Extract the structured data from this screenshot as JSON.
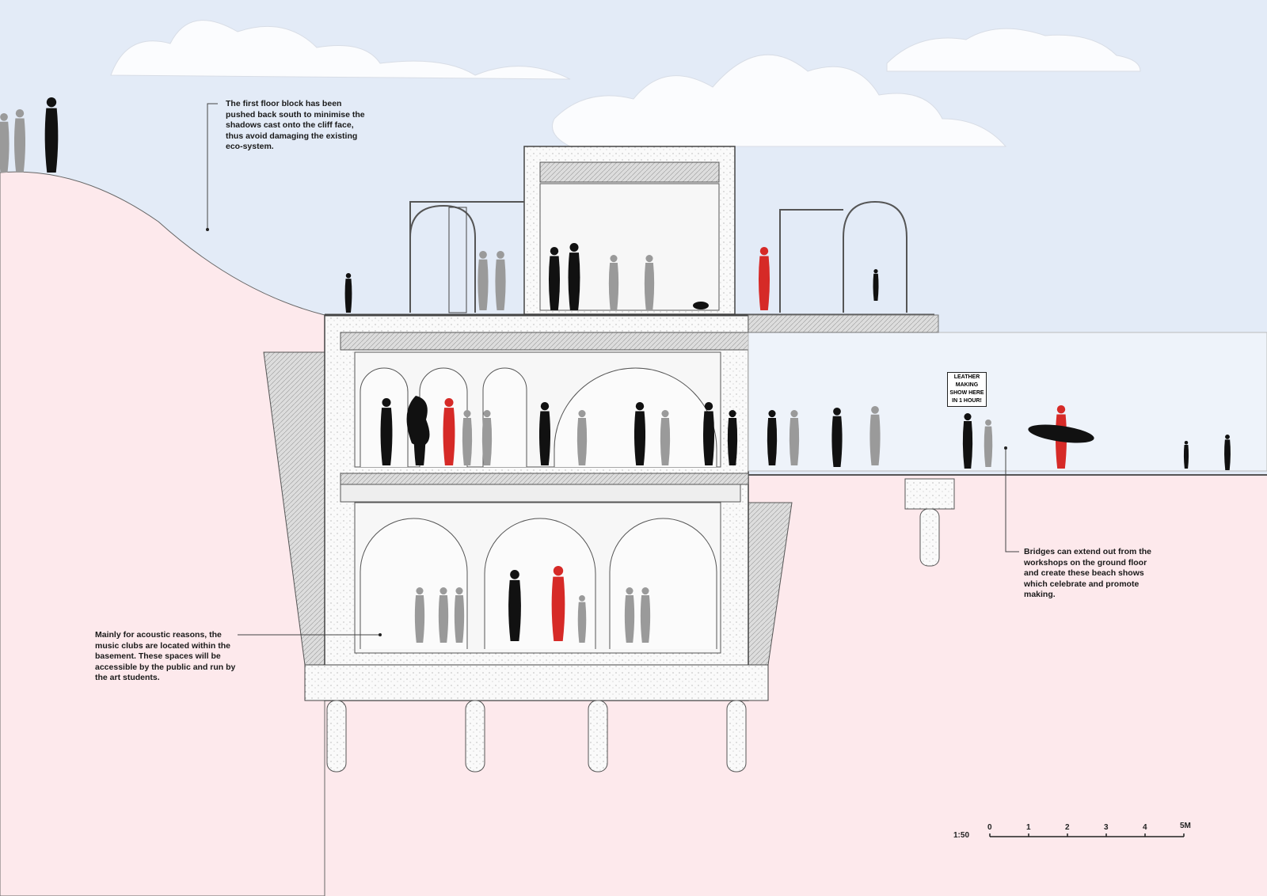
{
  "annotations": {
    "first_floor": "The first floor block has been pushed back south to minimise the shadows cast onto the cliff face, thus avoid damaging the existing eco-system.",
    "bridges": "Bridges can extend out from the workshops on the ground floor and create these beach shows which celebrate and promote making.",
    "basement": "Mainly for acoustic reasons, the music clubs are located within the basement. These spaces will be accessible by the public and run by the art students."
  },
  "sign": {
    "line1": "LEATHER",
    "line2": "MAKING",
    "line3": "SHOW HERE",
    "line4": "IN 1 HOUR!"
  },
  "scale": {
    "ratio": "1:50",
    "ticks": [
      "0",
      "1",
      "2",
      "3",
      "4",
      "5M"
    ]
  },
  "colors": {
    "sky": "#e3ebf7",
    "ground": "#fde9ec",
    "accent_red": "#d62a27",
    "silhouette": "#111111",
    "ghost": "#9a9a9a"
  }
}
